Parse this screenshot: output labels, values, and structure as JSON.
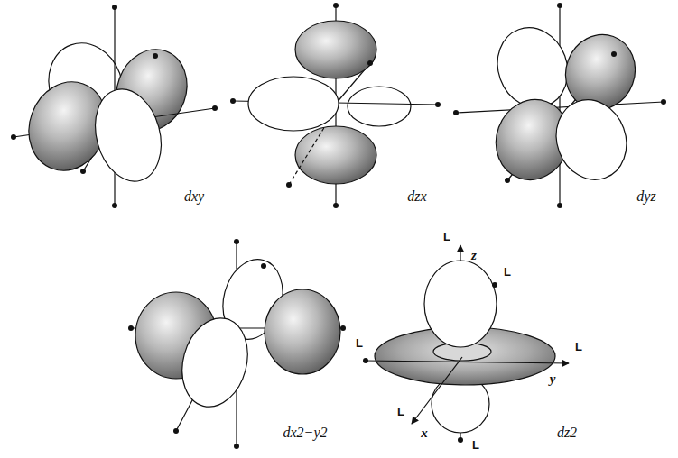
{
  "diagram": {
    "labels": [
      "dxy",
      "dzx",
      "dyz",
      "dx2−y2",
      "z",
      "L",
      "L",
      "L",
      "y",
      "L",
      "L",
      "x",
      "L",
      "dz2"
    ]
  }
}
